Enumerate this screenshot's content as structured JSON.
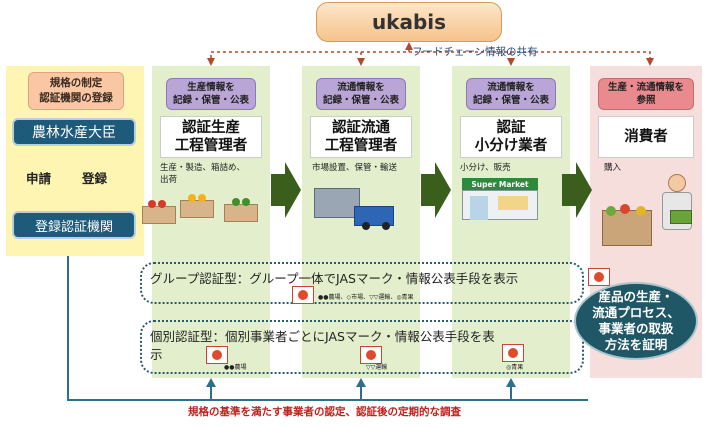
{
  "system": {
    "name": "ukabis",
    "share_label": "フードチェーン情報の共有"
  },
  "regulator": {
    "title_line1": "規格の制定",
    "title_line2": "認証機関の登録",
    "ministry": "農林水産大臣",
    "apply": "申請",
    "register": "登録",
    "registered_body": "登録認証機関"
  },
  "stages": [
    {
      "info_line1": "生産情報を",
      "info_line2": "記録・保管・公表",
      "role_line1": "認証生産",
      "role_line2": "工程管理者",
      "activity_line1": "生産・製造、箱詰め、",
      "activity_line2": "出荷"
    },
    {
      "info_line1": "流通情報を",
      "info_line2": "記録・保管・公表",
      "role_line1": "認証流通",
      "role_line2": "工程管理者",
      "activity_line1": "市場設置、保管・輸送",
      "activity_line2": ""
    },
    {
      "info_line1": "流通情報を",
      "info_line2": "記録・保管・公表",
      "role_line1": "認証",
      "role_line2": "小分け業者",
      "activity_line1": "小分け、販売",
      "activity_line2": "",
      "store_sign": "Super Market"
    },
    {
      "info_line1": "生産・流通情報を",
      "info_line2": "参照",
      "role_line1": "消費者",
      "role_line2": "",
      "activity_line1": "購入",
      "activity_line2": ""
    }
  ],
  "group_certification": {
    "text": "グループ認証型：グループ一体でJASマーク・情報公表手段を表示",
    "mark_caption": "●●農場、◇市場、▽▽運輸、◎青果"
  },
  "individual_certification": {
    "text_line1": "個別認証型：個別事業者ごとにJASマーク・情報公表手段を表",
    "text_line2": "示",
    "mark1": "●●農場",
    "mark2": "▽▽運輸",
    "mark3": "◎青果"
  },
  "proof": {
    "line1": "産品の生産・",
    "line2": "流通プロセス、",
    "line3": "事業者の取扱",
    "line4": "方法を証明"
  },
  "bottom_note": "規格の基準を満たす事業者の認定、認証後の定期的な調査",
  "colors": {
    "navy": "#1e5a7a",
    "green_panel": "#e3efcc",
    "pink_panel": "#f6dedd",
    "arrow_green": "#3a5f1c",
    "note_red": "#c0201a"
  }
}
